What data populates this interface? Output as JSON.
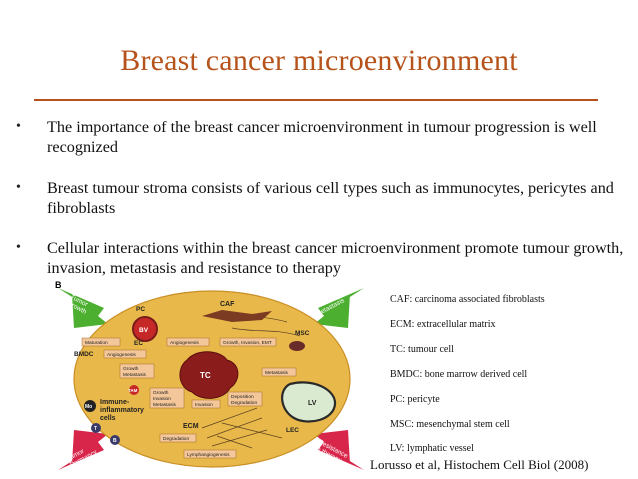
{
  "slide": {
    "title": "Breast cancer microenvironment",
    "bullets": [
      "The importance of the breast cancer microenvironment in tumour progression is well recognized",
      "Breast tumour stroma consists of various cell types such as immunocytes, pericytes and fibroblasts",
      "Cellular interactions within the breast cancer microenvironment promote  tumour growth, invasion, metastasis and resistance to therapy"
    ],
    "bullet_marker": "•",
    "legend": [
      "CAF: carcinoma associated fibroblasts",
      "ECM: extracellular matrix",
      "TC: tumour cell",
      "BMDC: bone marrow derived cell",
      "PC: pericyte",
      "MSC: mesenchymal stem cell",
      "LV: lymphatic vessel"
    ],
    "citation": "Lorusso et al, Histochem Cell Biol (2008)"
  },
  "figure": {
    "panel_label": "B",
    "arrows": {
      "tl": [
        "Tumor",
        "Growth"
      ],
      "tr": [
        "Invasion &",
        "Metastasis"
      ],
      "bl": [
        "Tumor",
        "Dormancy"
      ],
      "br": [
        "Resistance",
        "to therapy"
      ]
    },
    "cells": {
      "caf": "CAF",
      "pc": "PC",
      "bv": "BV",
      "ec": "EC",
      "bmdc": "BMDC",
      "msc": "MSC",
      "tc": "TC",
      "lv": "LV",
      "lec": "LEC",
      "ecm": "ECM",
      "tam": "TAM",
      "mo": "Mo",
      "t": "T",
      "b": "B",
      "immune": [
        "Immune-",
        "inflammatory",
        "cells"
      ]
    },
    "boxes": {
      "maturation": "Maturation",
      "angiogenesis_left": "Angiogenesis",
      "angiogenesis_center": "Angiogenesis",
      "growth_invasion_emt": "Growth, Invasion, EMT",
      "growth_metastasis": [
        "Growth",
        "Metastasis"
      ],
      "metastasis": "Metastasis",
      "growth_invasion_metastasis": [
        "Growth",
        "Invasion",
        "Metastasis"
      ],
      "invasion": "Invasion",
      "deposition_degradation": [
        "Deposition",
        "Degradation"
      ],
      "degradation": "Degradation",
      "lymphangiogenesis": "Lymphangiogenesis"
    },
    "colors": {
      "ellipse": "#e9b84a",
      "arrow_green": "#4caf2f",
      "arrow_red": "#d8264a",
      "box_fill": "#f3c79a",
      "tumor": "#8b1c1c",
      "lv_fill": "#d9ead0"
    }
  }
}
